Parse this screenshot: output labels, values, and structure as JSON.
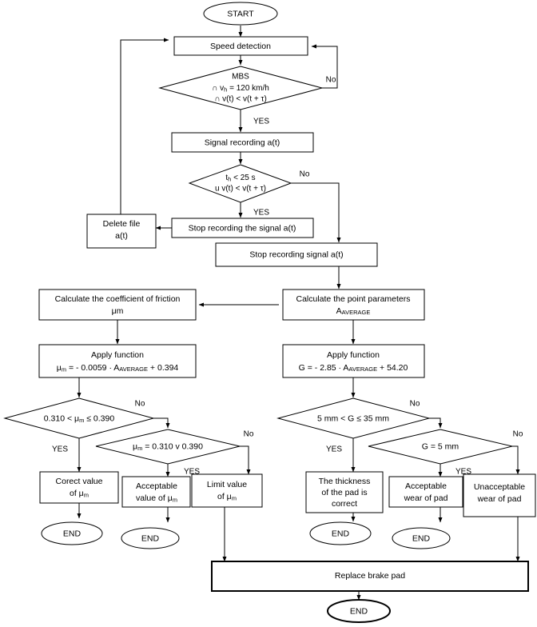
{
  "diagram": {
    "title": "Brake pad wear diagnostic flowchart",
    "type": "flowchart"
  },
  "nodes": {
    "start": "START",
    "speed_detection": "Speed detection",
    "mbs_line1": "MBS",
    "mbs_line2": "∩ v",
    "mbs_line2_sub": "h",
    "mbs_line2_rest": " = 120 km/h",
    "mbs_line3": "∩ v(t) < v(t + τ)",
    "signal_recording": "Signal recording a(t)",
    "time_check_line1": "t",
    "time_check_line1_sub": "h",
    "time_check_line1_rest": " < 25 s",
    "time_check_line2": "u v(t) < v(t + τ)",
    "stop_recording_the_signal": "Stop recording the signal a(t)",
    "delete_file_line1": "Delete file",
    "delete_file_line2": "a(t)",
    "stop_recording_signal": "Stop recording signal a(t)",
    "calc_friction_line1": "Calculate the coefficient of friction",
    "calc_friction_line2": "μm",
    "calc_point_line1": "Calculate the point parameters",
    "calc_point_line2_base": "A",
    "calc_point_line2_sub": "AVERAGE",
    "apply_function_left_line1": "Apply function",
    "apply_function_left_eq_a": "μ",
    "apply_function_left_eq_a_sub": "m",
    "apply_function_left_eq_b": " = - 0.0059 · A",
    "apply_function_left_eq_sub": "AVERAGE",
    "apply_function_left_eq_c": "  + 0.394",
    "apply_function_right_line1": "Apply function",
    "apply_function_right_eq_a": "G = - 2.85 · A",
    "apply_function_right_eq_sub": "AVERAGE",
    "apply_function_right_eq_c": "  + 54.20",
    "mu_range_a": "0.310 < μ",
    "mu_range_sub": "m",
    "mu_range_b": " ≤ 0.390",
    "mu_equal_a": "μ",
    "mu_equal_sub": "m",
    "mu_equal_b": " = 0.310  v  0.390",
    "g_range": "5 mm < G ≤ 35 mm",
    "g_equal": "G = 5 mm",
    "correct_value_line1": "Corect value",
    "correct_value_line2_a": "of μ",
    "correct_value_line2_sub": "m",
    "acceptable_value_line1": "Acceptable",
    "acceptable_value_line2_a": "value of μ",
    "acceptable_value_line2_sub": "m",
    "limit_value_line1": "Limit value",
    "limit_value_line2_a": "of μ",
    "limit_value_line2_sub": "m",
    "thickness_line1": "The thickness",
    "thickness_line2": "of the pad is",
    "thickness_line3": "correct",
    "acceptable_wear_line1": "Acceptable",
    "acceptable_wear_line2": "wear of pad",
    "unacceptable_wear_line1": "Unacceptable",
    "unacceptable_wear_line2": "wear of pad",
    "replace_brake_pad": "Replace brake pad",
    "end_1": "END",
    "end_2": "END",
    "end_3": "END",
    "end_4": "END",
    "end_final": "END"
  },
  "edge_labels": {
    "mbs_no": "No",
    "mbs_yes": "YES",
    "time_no": "No",
    "time_yes": "YES",
    "mu_range_no": "No",
    "mu_range_yes": "YES",
    "mu_equal_no": "No",
    "mu_equal_yes": "YES",
    "g_range_no": "No",
    "g_range_yes": "YES",
    "g_equal_no": "No",
    "g_equal_yes": "YES"
  },
  "colors": {
    "stroke": "#000000",
    "fill": "#ffffff",
    "text": "#000000"
  }
}
